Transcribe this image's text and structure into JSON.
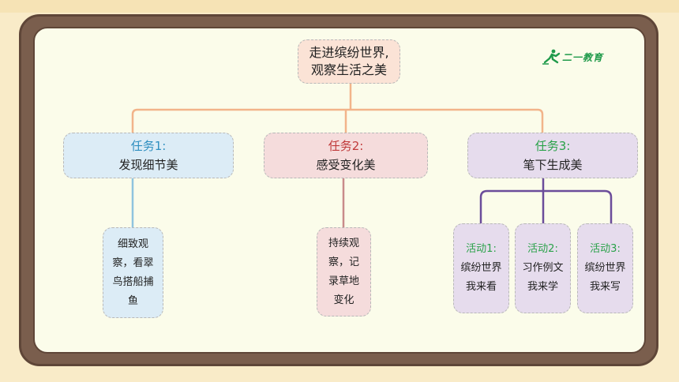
{
  "colors": {
    "frame": "#7a5e4d",
    "board": "#fbfcea",
    "connector_orange": "#f2b48a",
    "connector_blue": "#8fc4df",
    "connector_red": "#c98a8a",
    "connector_purple": "#6b4c9a",
    "task1_label": "#2f8fc0",
    "task2_label": "#c03a3a",
    "task3_label": "#2aa24a",
    "activity_label": "#2aa24a"
  },
  "logo": {
    "icon": "runner-icon",
    "text": "二一教育"
  },
  "root": {
    "line1": "走进缤纷世界,",
    "line2": "观察生活之美"
  },
  "tasks": [
    {
      "label": "任务1:",
      "title": "发现细节美",
      "detail": "细致观察，看翠鸟搭船捕鱼"
    },
    {
      "label": "任务2:",
      "title": "感受变化美",
      "detail": "持续观察，记录草地变化"
    },
    {
      "label": "任务3:",
      "title": "笔下生成美"
    }
  ],
  "activities": [
    {
      "label": "活动1:",
      "text": "缤纷世界我来看"
    },
    {
      "label": "活动2:",
      "text": "习作例文我来学"
    },
    {
      "label": "活动3:",
      "text": "缤纷世界我来写"
    }
  ]
}
